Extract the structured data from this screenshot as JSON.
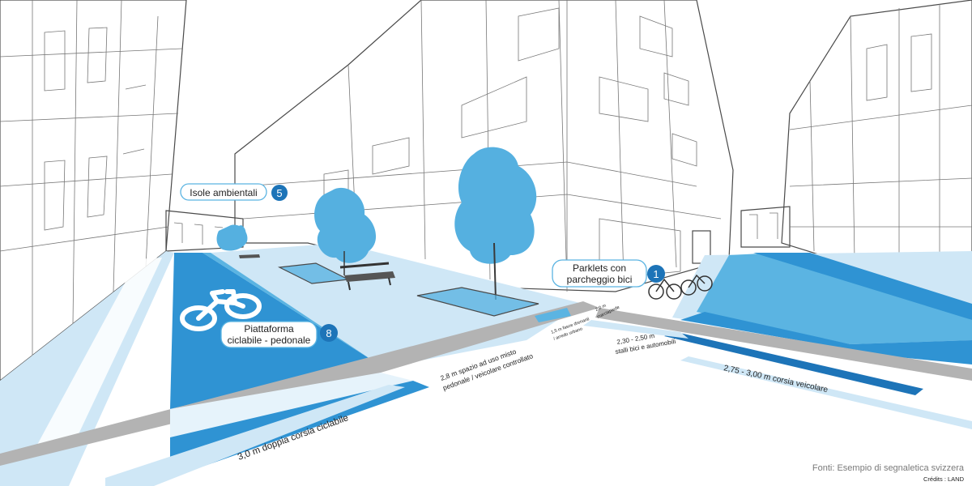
{
  "callouts": [
    {
      "id": "callout-isole",
      "text": "Isole ambientali",
      "number": "5"
    },
    {
      "id": "callout-parklets",
      "line1": "Parklets con",
      "line2": "parcheggio bici",
      "number": "1"
    },
    {
      "id": "callout-piattaforma",
      "line1": "Piattaforma",
      "line2": "ciclabile - pedonale",
      "number": "8"
    }
  ],
  "dimensions": {
    "ciclabile": "3,0 m doppia corsia ciclabile",
    "misto_line1": "2,8 m spazio ad uso misto",
    "misto_line2": "pedonale / veicolare controllato",
    "drenanti_line1": "1,5 m fasce drenanti",
    "drenanti_line2": "/ arredo urbano",
    "marciapiede_line1": "2,0 m",
    "marciapiede_line2": "marciapiede",
    "stalli_line1": "2,30 - 2,50 m",
    "stalli_line2": "stalli bici e automobili",
    "veicolare": "2,75 - 3,00 m corsia veicolare"
  },
  "footer": {
    "source": "Fonti: Esempio di segnaletica svizzera",
    "credits": "Crédits : LAND"
  },
  "colors": {
    "light_blue": "#cfe7f6",
    "mid_blue": "#5bb4e2",
    "strong_blue": "#2f93d3",
    "dark_blue": "#1d74b8",
    "tree_blue": "#55b0e0",
    "curb_gray": "#b3b3b3"
  },
  "icons": [
    "bicycle-icon",
    "bench-icon",
    "tree-icon",
    "bike-rack-icon"
  ]
}
